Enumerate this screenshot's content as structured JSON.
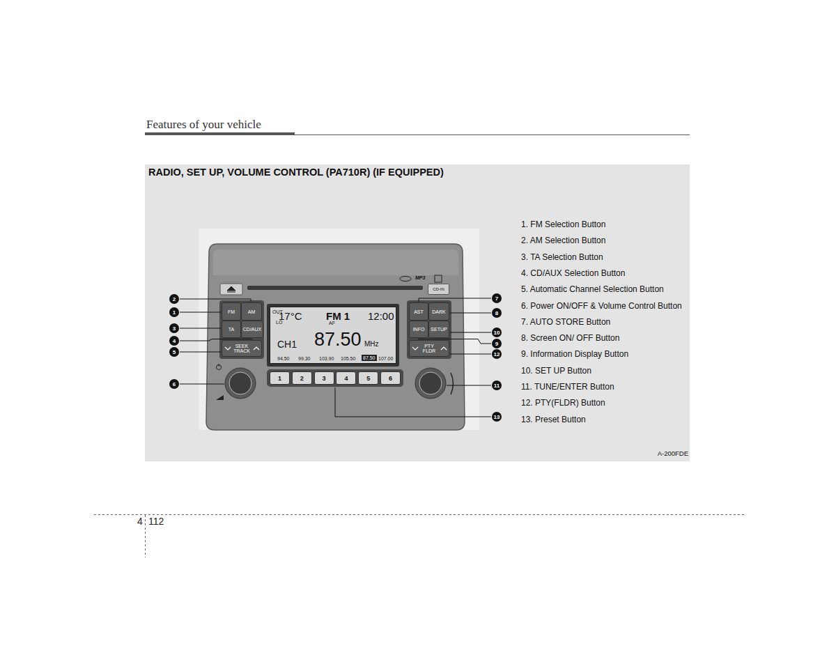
{
  "diagram": {
    "title": "RADIO, SET UP, VOLUME CONTROL (PA710R) (IF EQUIPPED)",
    "nodes": [
      {
        "text": [
          "FM"
        ]
      },
      {
        "text": [
          "AM"
        ]
      },
      {
        "text": [
          "TA"
        ]
      },
      {
        "text": [
          "CD/AUX"
        ]
      },
      {
        "text": [
          "SEEK TRACK"
        ]
      },
      {
        "text": [
          "OUT",
          "17°C",
          "LO",
          "FM 1",
          "AF",
          "12:00",
          "CH1",
          "87.50",
          "MHz",
          "94.50",
          "99.30",
          "103.90",
          "105.50",
          "87.50",
          "107.00"
        ]
      },
      {
        "text": [
          "AST"
        ]
      },
      {
        "text": [
          "DARK"
        ]
      },
      {
        "text": [
          "INFO"
        ]
      },
      {
        "text": [
          "SETUP"
        ]
      },
      {
        "text": [
          "PTY FLDR"
        ]
      },
      {
        "text": [
          "1"
        ]
      },
      {
        "text": [
          "2"
        ]
      },
      {
        "text": [
          "3"
        ]
      },
      {
        "text": [
          "4"
        ]
      },
      {
        "text": [
          "5"
        ]
      },
      {
        "text": [
          "6"
        ]
      },
      {
        "text": [
          "CD-IN"
        ]
      }
    ],
    "labels": [
      "Features of your vehicle",
      "1. FM Selection Button",
      "2. AM Selection Button",
      "3. TA Selection Button",
      "4. CD/AUX Selection Button",
      "5. Automatic Channel Selection Button",
      "6. Power ON/OFF & Volume Control Button",
      "7. AUTO STORE Button",
      "8. Screen ON/ OFF Button",
      "9. Information Display Button",
      "10. SET UP Button",
      "11. TUNE/ENTER Button",
      "12. PTY(FLDR) Button",
      "13. Preset Button",
      "A-200FDE",
      "4",
      "112",
      "2",
      "1",
      "3",
      "4",
      "5",
      "6",
      "7",
      "8",
      "10",
      "9",
      "12",
      "11",
      "13",
      "MP3"
    ]
  }
}
